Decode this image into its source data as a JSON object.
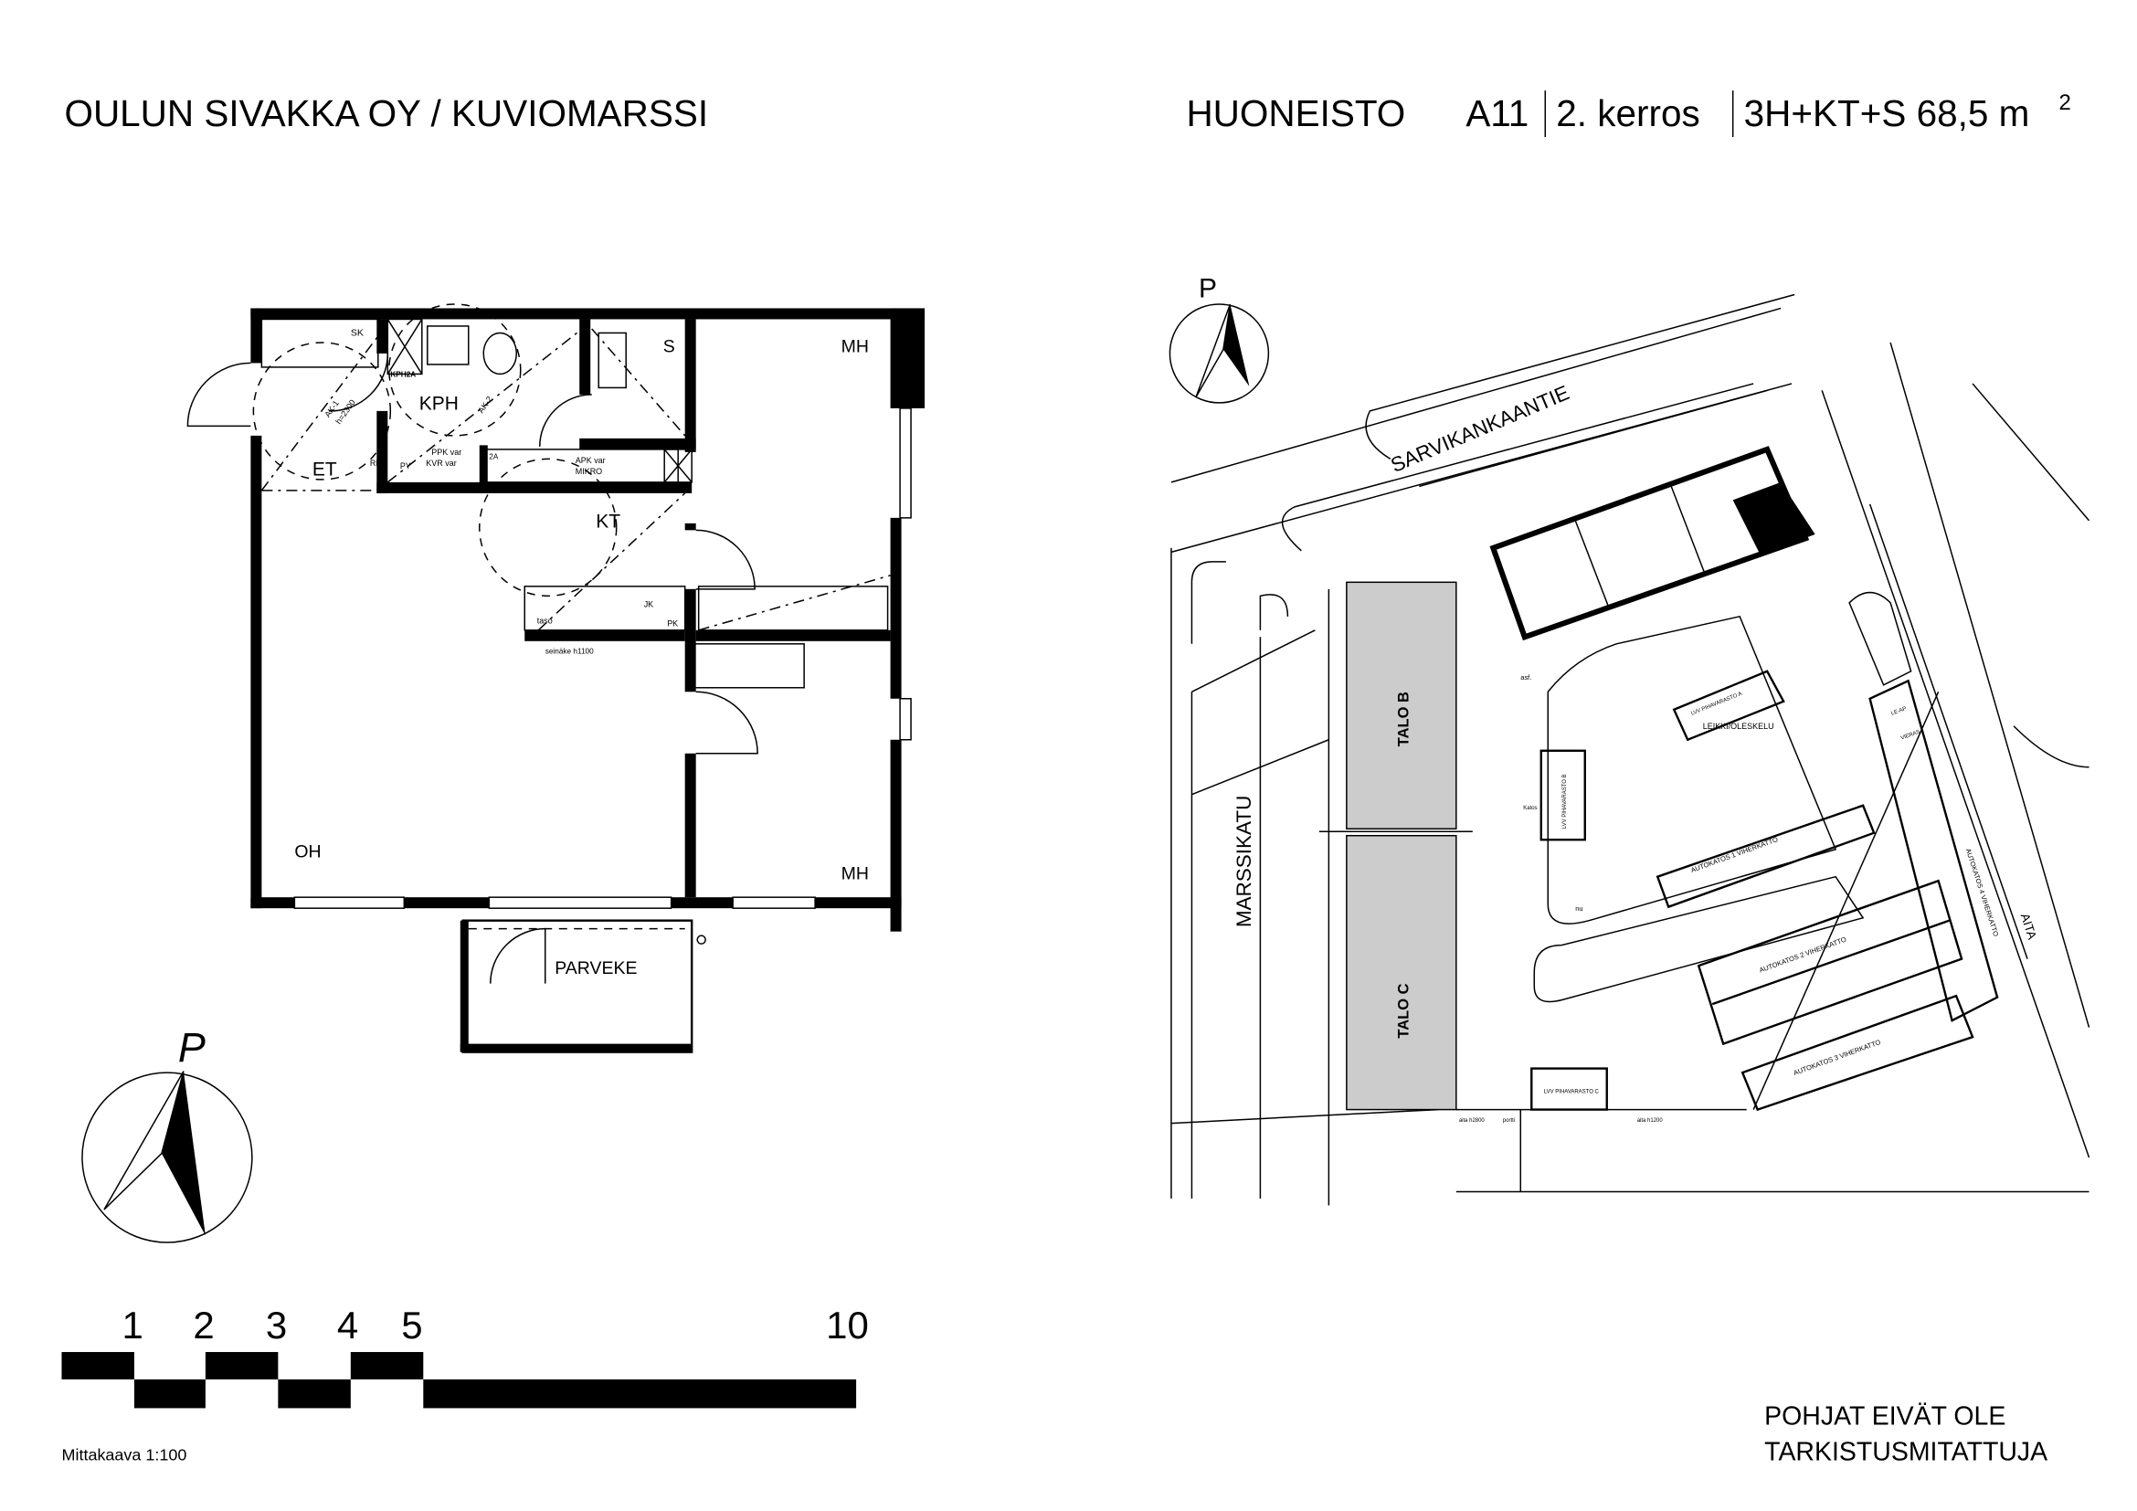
{
  "header": {
    "left_title": "OULUN SIVAKKA OY / KUVIOMARSSI",
    "apartment_label": "HUONEISTO",
    "apartment_id": "A11",
    "floor": "2. kerros",
    "layout": "3H+KT+S 68,5 m",
    "area_superscript": "2"
  },
  "floorplan": {
    "rooms": {
      "et": "ET",
      "kph": "KPH",
      "s": "S",
      "mh1": "MH",
      "kt": "KT",
      "oh": "OH",
      "mh2": "MH",
      "parveke": "PARVEKE"
    },
    "annotations": {
      "sk": "SK",
      "kph2a": "KPH2A",
      "py": "PY",
      "rk": "RK",
      "ppk": "PPK var",
      "kvr": "KVR var",
      "a2": "2A",
      "apk": "APK var",
      "mikro": "MIKRO",
      "jk": "JK",
      "pk": "PK",
      "taso": "taso",
      "seinake": "seinäke h1100",
      "ak1": "AK-1",
      "ak2": "AK-2",
      "h2300": "h=2300"
    }
  },
  "compass": {
    "north_label": "P"
  },
  "scale_bar": {
    "ticks": [
      "1",
      "2",
      "3",
      "4",
      "5",
      "10"
    ],
    "caption": "Mittakaava 1:100"
  },
  "site_plan": {
    "north_label": "P",
    "streets": {
      "sarvikankaantie": "SARVIKANKAANTIE",
      "marssikatu": "MARSSIKATU"
    },
    "buildings": {
      "talo_b": "TALO B",
      "talo_c": "TALO C"
    },
    "labels": {
      "aita": "AITA",
      "leikki": "LEIKKI/OLESKELU",
      "autokatos1": "AUTOKATOS 1 VIHERKATTO",
      "autokatos2": "AUTOKATOS 2 VIHERKATTO",
      "autokatos3": "AUTOKATOS 3 VIHERKATTO",
      "autokatos4": "AUTOKATOS 4 VIHERKATTO",
      "varasto_a": "LVV PIHAVARASTO A",
      "varasto_b": "LVV PIHAVARASTO B",
      "varasto_c": "LVV PIHAVARASTO C",
      "asf": "asf.",
      "nu": "nu",
      "katos": "Katos",
      "portti": "portti",
      "aita_h1200": "aita h1200",
      "aita_h2800": "aita h2800",
      "vieras": "VIERAS",
      "le_ap": "LE-AP"
    }
  },
  "note": {
    "line1": "POHJAT EIVÄT OLE",
    "line2": "TARKISTUSMITATTUJA"
  }
}
